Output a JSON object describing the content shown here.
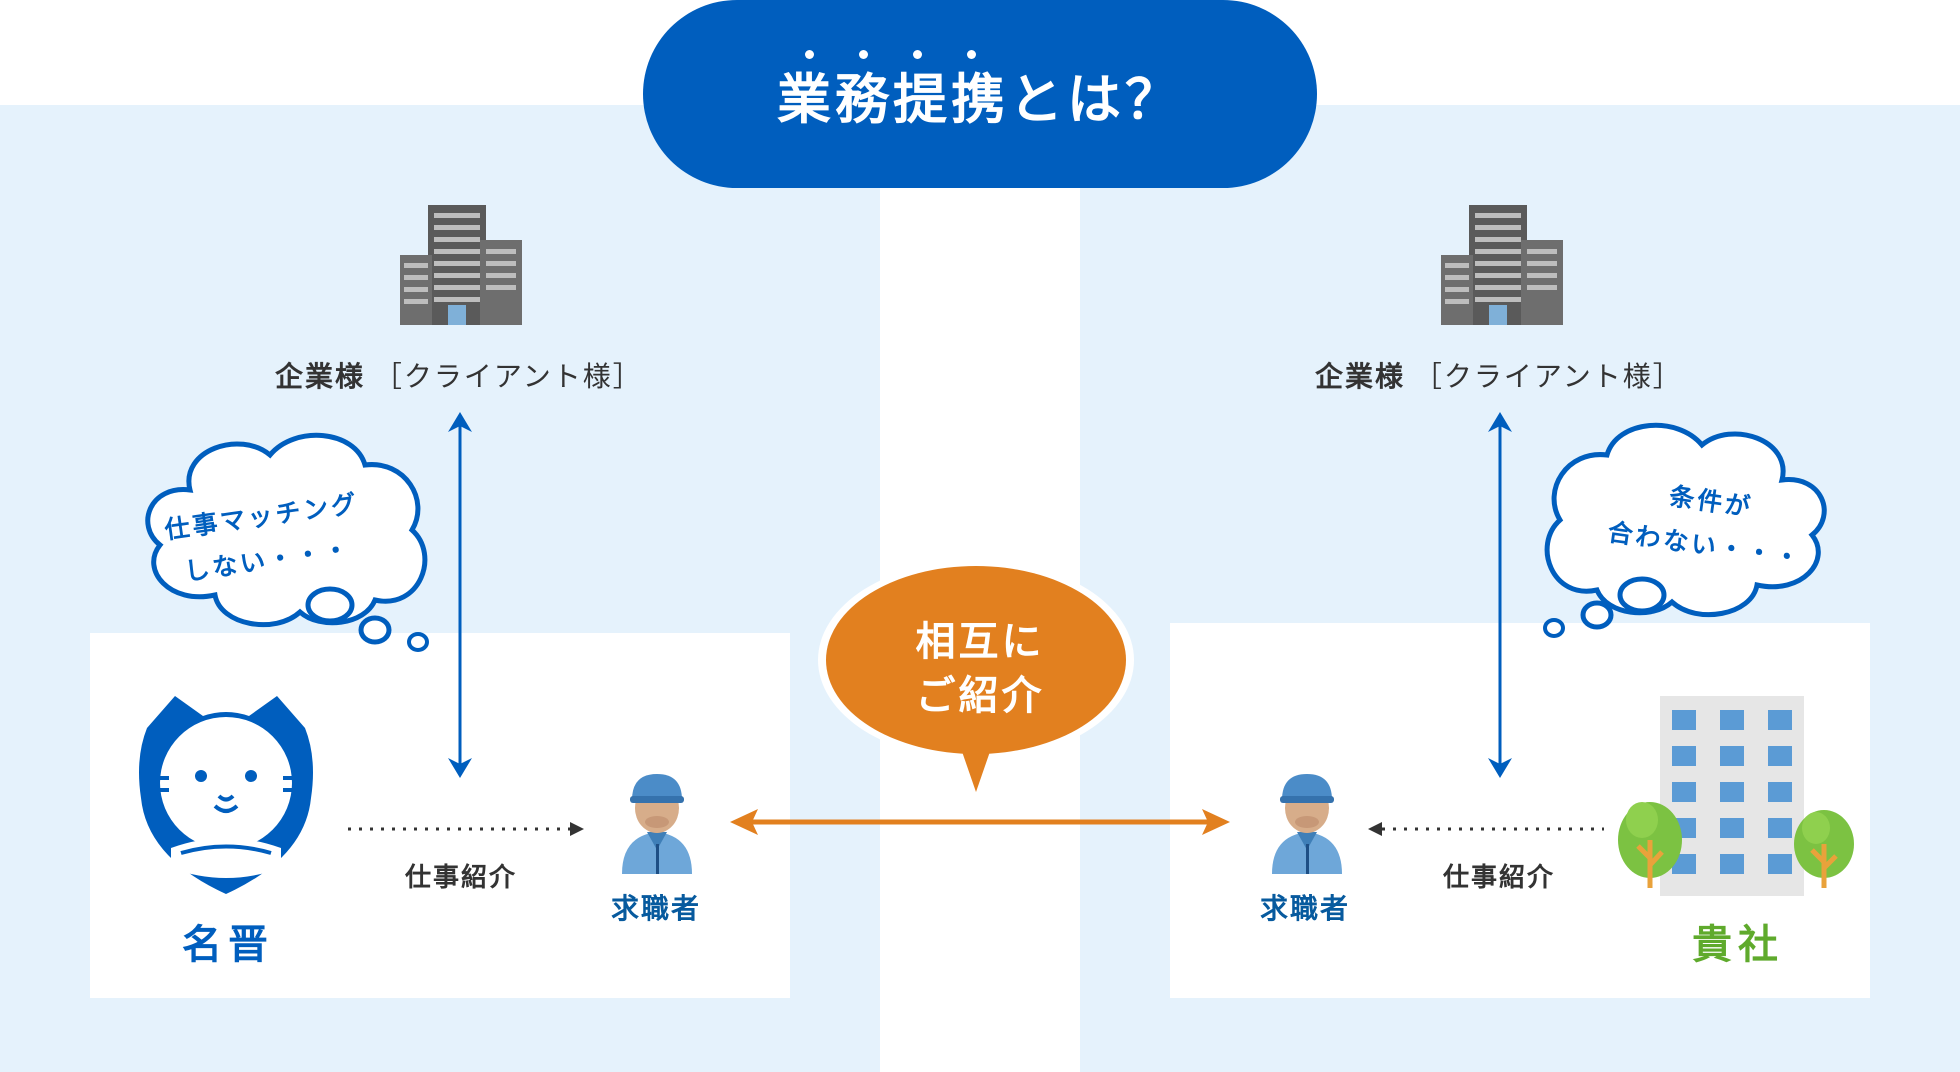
{
  "title": "業務提携とは？",
  "left": {
    "client_name": "企業様",
    "client_sub": "［クライアント様］",
    "thought": [
      "仕事マッチング",
      "しない・・・"
    ],
    "job_label": "仕事紹介",
    "seeker_label": "求職者",
    "company_name": "名晋"
  },
  "right": {
    "client_name": "企業様",
    "client_sub": "［クライアント様］",
    "thought": [
      "条件が",
      "合わない・・・"
    ],
    "job_label": "仕事紹介",
    "seeker_label": "求職者",
    "company_name": "貴社"
  },
  "center_bubble": [
    "相互に",
    "ご紹介"
  ],
  "colors": {
    "primary_blue": "#005ebe",
    "light_blue_bg": "#e5f2fc",
    "orange": "#e2801f",
    "green": "#5faa2c",
    "seeker_teal": "#075a9e"
  }
}
